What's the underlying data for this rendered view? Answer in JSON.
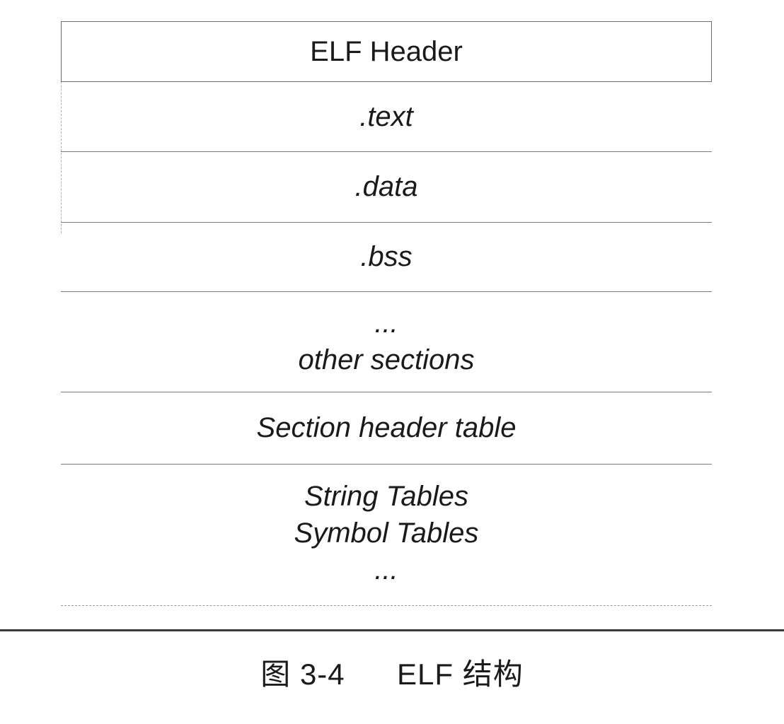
{
  "diagram": {
    "sections": [
      {
        "lines": [
          "ELF Header"
        ],
        "style": "regular"
      },
      {
        "lines": [
          ".text"
        ],
        "style": "italic"
      },
      {
        "lines": [
          ".data"
        ],
        "style": "italic"
      },
      {
        "lines": [
          ".bss"
        ],
        "style": "italic"
      },
      {
        "lines": [
          "...",
          "other sections"
        ],
        "style": "italic"
      },
      {
        "lines": [
          "Section header table"
        ],
        "style": "italic"
      },
      {
        "lines": [
          "String Tables",
          "Symbol Tables",
          "..."
        ],
        "style": "italic"
      }
    ]
  },
  "caption": {
    "figure_label": "图 3-4",
    "title": "ELF 结构"
  },
  "colors": {
    "text": "#1a1a1a",
    "line": "#7a7a7a",
    "background": "#ffffff"
  }
}
